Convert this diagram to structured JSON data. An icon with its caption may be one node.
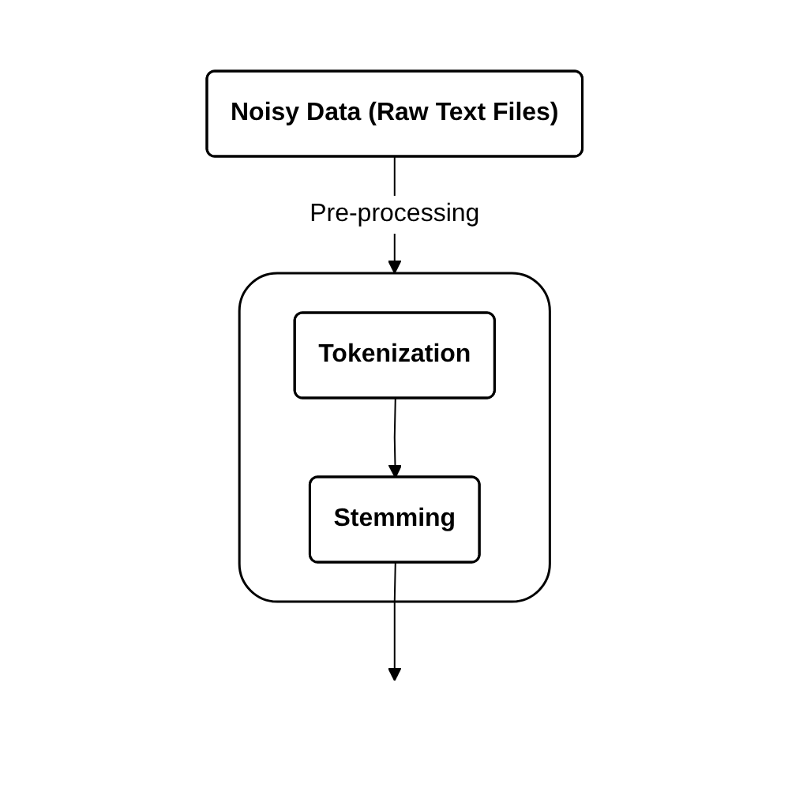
{
  "diagram": {
    "nodes": [
      {
        "text": [
          "Noisy Data (Raw Text Files)"
        ]
      },
      {
        "text": [],
        "shape": "box"
      },
      {
        "text": [
          "Tokenization"
        ],
        "in": 1
      },
      {
        "text": [
          "Stemming"
        ],
        "in": 1
      }
    ],
    "edges": [
      {
        "from": 0,
        "to": 1,
        "label": "Pre-processing",
        "arrow": "to"
      },
      {
        "from": 2,
        "to": 3,
        "arrow": "to"
      },
      {
        "from": 3,
        "to": null,
        "arrow": "to"
      }
    ]
  }
}
